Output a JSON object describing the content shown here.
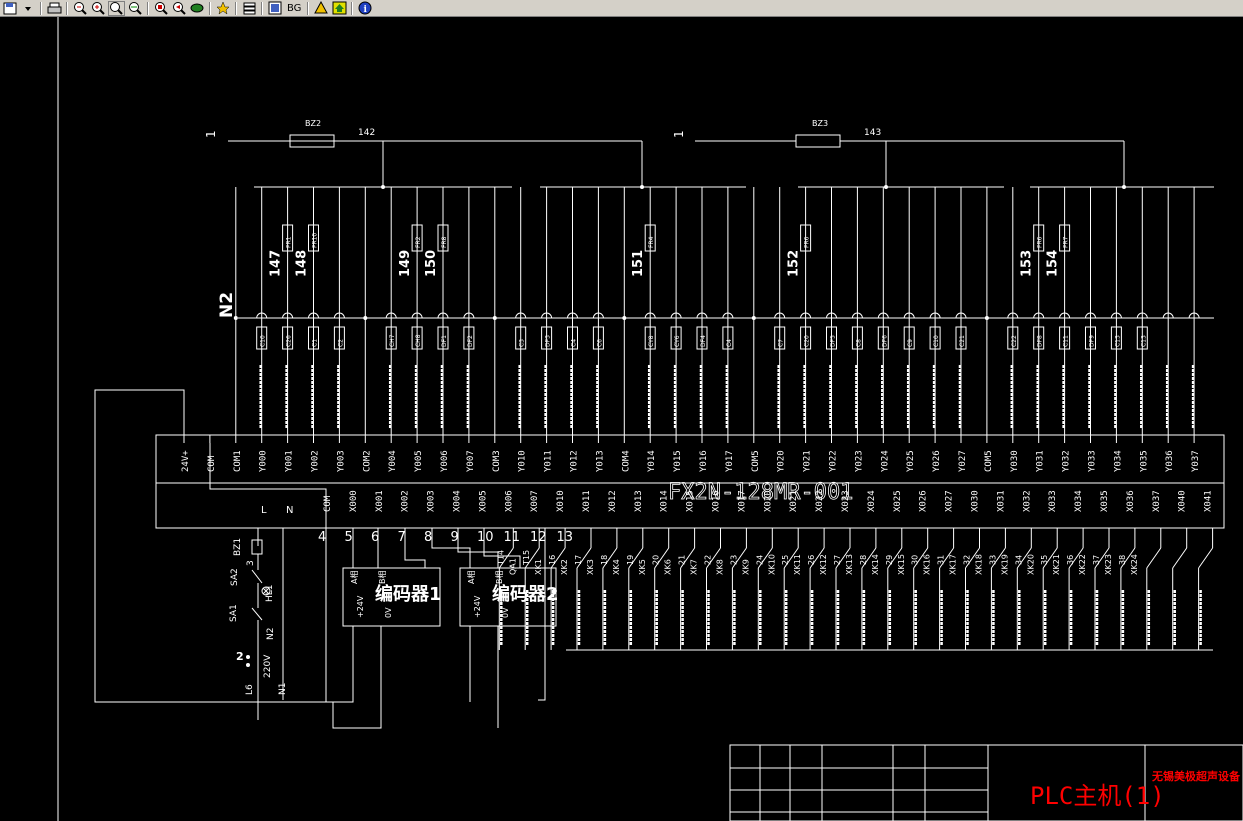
{
  "toolbar": {
    "items": [
      "save-icon",
      "dropdown-icon",
      "print-icon",
      "zoom-out-icon",
      "zoom-in-icon",
      "zoom-window-icon",
      "pan-icon",
      "zoom-extents-icon",
      "zoom-previous-icon",
      "layer-icon",
      "regen-icon",
      "layers-list-icon",
      "frame-icon",
      "lock-icon",
      "home-icon",
      "info-icon"
    ],
    "bg_label": "BG"
  },
  "drawing": {
    "wire_1a": "1",
    "wire_1b": "1",
    "bz2": "BZ2",
    "bz3": "BZ3",
    "net_142": "142",
    "net_143": "143",
    "n2": "N2",
    "fr_labels": [
      "FR1",
      "FR10",
      "FR2",
      "FR8",
      "FR4",
      "FR6",
      "FR6",
      "FR7"
    ],
    "nums": [
      "147",
      "148",
      "149",
      "150",
      "151",
      "152",
      "153",
      "154"
    ],
    "plc_model": "FX2N-128MR-001",
    "top_terms": [
      "24V+",
      "COM",
      "COM1",
      "Y000",
      "Y001",
      "Y002",
      "Y003",
      "COM2",
      "Y004",
      "Y005",
      "Y006",
      "Y007",
      "COM3",
      "Y010",
      "Y011",
      "Y012",
      "Y013",
      "COM4",
      "Y014",
      "Y015",
      "Y016",
      "Y017",
      "COM5",
      "Y020",
      "Y021",
      "Y022",
      "Y023",
      "Y024",
      "Y025",
      "Y026",
      "Y027",
      "COM5",
      "Y030",
      "Y031",
      "Y032",
      "Y033",
      "Y034",
      "Y035",
      "Y036",
      "Y037"
    ],
    "bot_terms": [
      "L",
      "N",
      "COM",
      "X000",
      "X001",
      "X002",
      "X003",
      "X004",
      "X005",
      "X006",
      "X007",
      "X010",
      "X011",
      "X012",
      "X013",
      "X014",
      "X015",
      "X016",
      "X017",
      "X020",
      "X021",
      "X022",
      "X023",
      "X024",
      "X025",
      "X026",
      "X027",
      "X030",
      "X031",
      "X032",
      "X033",
      "X034",
      "X035",
      "X036",
      "X037",
      "X040",
      "X041"
    ],
    "coils": [
      "C10",
      "C26",
      "C1",
      "C2",
      "CH7",
      "CH8",
      "DF1",
      "DF2",
      "C3",
      "DF3",
      "C4",
      "C6",
      "CY8",
      "CY6",
      "DF4",
      "C4",
      "C7",
      "C20",
      "DF5",
      "C8",
      "DF6",
      "C9",
      "C10",
      "C21",
      "C22",
      "DF8",
      "C11",
      "DF9",
      "C13",
      "C13"
    ],
    "bot_nums": [
      "4",
      "5",
      "6",
      "7",
      "8",
      "9",
      "10",
      "11",
      "12",
      "13"
    ],
    "x_labels": [
      "T14",
      "QA1",
      "T15",
      "XK1",
      "16",
      "XK2",
      "17",
      "XK3",
      "18",
      "XK4",
      "19",
      "XK5",
      "20",
      "XK6",
      "21",
      "XK7",
      "22",
      "XK8",
      "23",
      "XK9",
      "24",
      "XK10",
      "25",
      "XK11",
      "26",
      "XK12",
      "27",
      "XK13",
      "28",
      "XK14",
      "29",
      "XK15",
      "30",
      "XK16",
      "31",
      "XK17",
      "32",
      "XK18",
      "33",
      "XK19",
      "34",
      "XK20",
      "35",
      "XK21",
      "36",
      "XK22",
      "37",
      "XK23",
      "38",
      "XK24"
    ],
    "encoder1": "编码器1",
    "encoder2": "编码器2",
    "enc_pins": [
      "A相",
      "B相",
      "+24V",
      "0V"
    ],
    "sa2": "SA2",
    "sa1": "SA1",
    "hl1": "HL1",
    "bz1": "BZ1",
    "n_label": "N2",
    "v220": "220V",
    "l6": "L6",
    "n1": "N1",
    "num_2": "2",
    "num_3": "3",
    "num_1": "1",
    "num_22": "2"
  },
  "title_block": {
    "title": "PLC主机(1)",
    "company": "无锡美极超声设备"
  },
  "colors": {
    "background": "#000000",
    "wire": "#ffffff",
    "title_red": "#ff0000",
    "toolbar": "#d4d0c8"
  }
}
